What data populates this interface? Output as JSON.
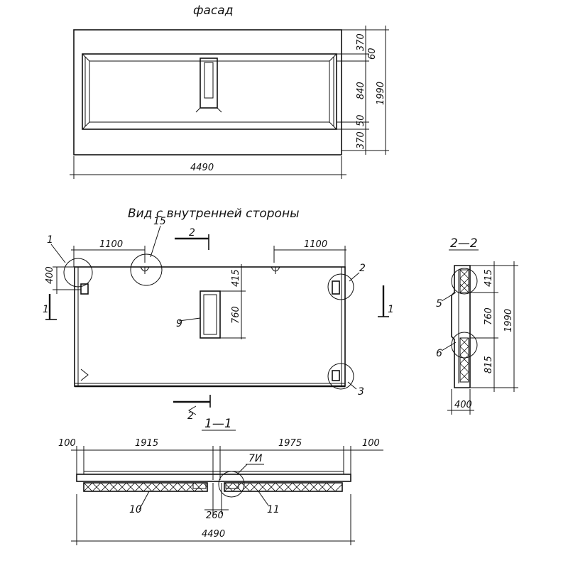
{
  "facade": {
    "title": "фасад",
    "dim_total_width": "4490",
    "dim_top": "370",
    "dim_gap_top": "60",
    "dim_window": "840",
    "dim_gap_bottom": "50",
    "dim_bottom": "370",
    "dim_total_height": "1990"
  },
  "inner_view": {
    "title": "Вид с внутренней стороны",
    "dim_left": "1100",
    "dim_right": "1100",
    "dim_side": "400",
    "dim_top_opening": "415",
    "dim_opening": "760",
    "callouts": [
      "1",
      "15",
      "2",
      "2",
      "3",
      "9"
    ],
    "section_marks": [
      "1",
      "1",
      "2",
      "2"
    ]
  },
  "section_22": {
    "title": "2—2",
    "dim_top": "415",
    "dim_middle": "760",
    "dim_bottom": "815",
    "dim_total": "1990",
    "dim_width": "400",
    "callouts": [
      "5",
      "6"
    ]
  },
  "section_11": {
    "title": "1—1",
    "dim_left_edge": "100",
    "dim_left": "1915",
    "dim_right": "1975",
    "dim_right_edge": "100",
    "dim_joint": "260",
    "dim_total": "4490",
    "callouts": [
      "7И",
      "10",
      "11"
    ]
  }
}
